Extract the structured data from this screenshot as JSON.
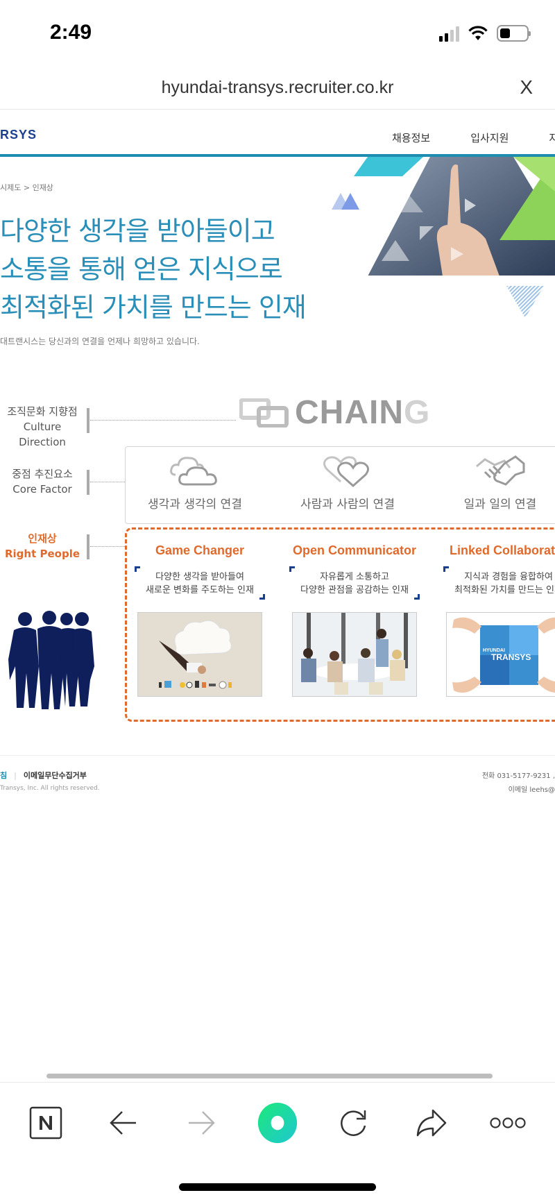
{
  "status_bar": {
    "time": "2:49"
  },
  "browser": {
    "url": "hyundai-transys.recruiter.co.kr",
    "close_label": "X"
  },
  "site": {
    "logo_partial": "RSYS",
    "nav": [
      "채용정보",
      "입사지원",
      "자"
    ]
  },
  "hero": {
    "breadcrumb": "시제도 > 인재상",
    "headline": [
      "다양한 생각을 받아들이고",
      "소통을 통해 얻은 지식으로",
      "최적화된 가치를 만드는 인재"
    ],
    "subtitle": "대트랜시스는 당신과의 연결을 언제나 희망하고 있습니다."
  },
  "culture": {
    "label_ko": "조직문화 지향점",
    "label_en": "Culture Direction",
    "logo_text": "CHAIN",
    "logo_last": "G"
  },
  "core": {
    "label_ko": "중점 추진요소",
    "label_en": "Core Factor",
    "items": [
      {
        "icon": "clouds-icon",
        "label": "생각과 생각의 연결"
      },
      {
        "icon": "hearts-icon",
        "label": "사람과 사람의 연결"
      },
      {
        "icon": "handshake-icon",
        "label": "일과 일의 연결"
      }
    ]
  },
  "people": {
    "label_ko": "인재상",
    "label_en": "Right People",
    "items": [
      {
        "title": "Game Changer",
        "desc": [
          "다양한 생각을 받아들여",
          "새로운 변화를 주도하는 인재"
        ]
      },
      {
        "title": "Open Communicator",
        "desc": [
          "자유롭게 소통하고",
          "다양한 관점을 공감하는 인재"
        ]
      },
      {
        "title": "Linked Collaborator",
        "desc": [
          "지식과 경험을 융합하여",
          "최적화된 가치를 만드는 인재"
        ]
      }
    ],
    "puzzle_text_1": "HYUNDAI",
    "puzzle_text_2": "TRANSYS"
  },
  "footer": {
    "link_accent": "침",
    "link_email": "이메일무단수집거부",
    "copyright": "Transys, Inc. All rights reserved.",
    "phone": "전화 031-5177-9231 ,",
    "email": "이메일 leehs@"
  },
  "colors": {
    "accent_blue": "#2a8fb8",
    "accent_orange": "#e06a2c",
    "navy": "#1a3f8f"
  }
}
